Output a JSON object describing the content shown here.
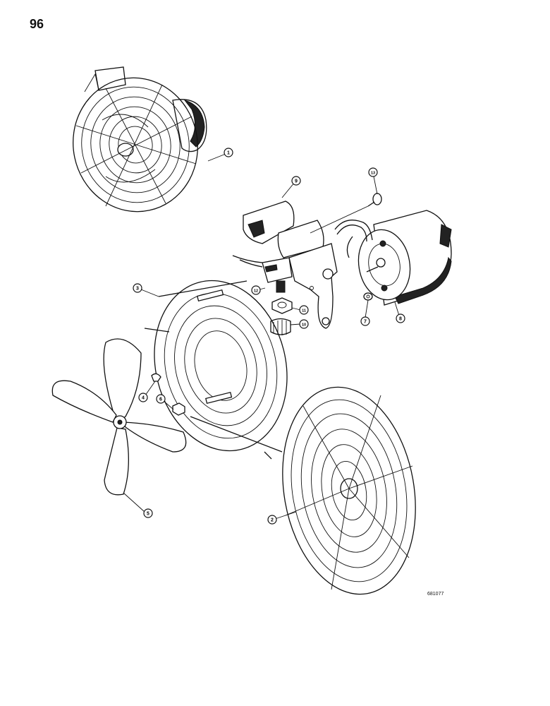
{
  "page": {
    "number": "96",
    "figure_code": "681077"
  },
  "callouts": [
    {
      "id": "c1",
      "label": "1"
    },
    {
      "id": "c2",
      "label": "2"
    },
    {
      "id": "c3",
      "label": "3"
    },
    {
      "id": "c4",
      "label": "4"
    },
    {
      "id": "c5",
      "label": "5"
    },
    {
      "id": "c6",
      "label": "6"
    },
    {
      "id": "c7",
      "label": "7"
    },
    {
      "id": "c8",
      "label": "8"
    },
    {
      "id": "c9",
      "label": "9"
    },
    {
      "id": "c10",
      "label": "10"
    },
    {
      "id": "c11",
      "label": "11"
    },
    {
      "id": "c12",
      "label": "12"
    },
    {
      "id": "c13",
      "label": "13"
    }
  ]
}
